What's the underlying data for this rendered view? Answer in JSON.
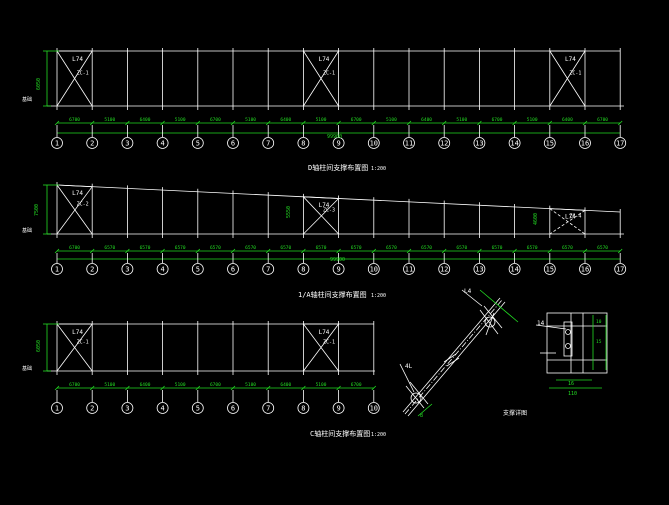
{
  "colors": {
    "background": "#000000",
    "line": "#ffffff",
    "dim": "#22dd22"
  },
  "elev1": {
    "title": "D轴柱间支撑布置图",
    "scale": "1:200",
    "height_label": "6050",
    "level_label": "基础",
    "brace_marks": [
      "ZC-1",
      "ZC-1",
      "ZC-1"
    ],
    "section_mark": "L74",
    "spans": [
      "6700",
      "5100",
      "6400",
      "5100",
      "6700",
      "5100",
      "6400",
      "5100",
      "6700",
      "5100",
      "6400",
      "5100",
      "6700",
      "5100",
      "6400",
      "6700"
    ],
    "total": "99900",
    "axes": [
      "1",
      "2",
      "3",
      "4",
      "5",
      "6",
      "7",
      "8",
      "9",
      "10",
      "11",
      "12",
      "13",
      "14",
      "15",
      "16",
      "17"
    ]
  },
  "elev2": {
    "title": "1/A轴柱间支撑布置图",
    "scale": "1:200",
    "height_label": "7500",
    "height_label2": "5550",
    "height_label3": "4600",
    "level_label": "基础",
    "brace_marks": [
      "ZC-2",
      "ZC-3",
      "ZC-4"
    ],
    "section_mark": "L74",
    "spans": [
      "6700",
      "6570",
      "6570",
      "6570",
      "6570",
      "6570",
      "6570",
      "6570",
      "6570",
      "6570",
      "6570",
      "6570",
      "6570",
      "6570",
      "6570",
      "6570"
    ],
    "total": "99900",
    "axes": [
      "1",
      "2",
      "3",
      "4",
      "5",
      "6",
      "7",
      "8",
      "9",
      "10",
      "11",
      "12",
      "13",
      "14",
      "15",
      "16",
      "17"
    ]
  },
  "elev3": {
    "title": "C轴柱间支撑布置图",
    "scale": "1:200",
    "height_label": "6050",
    "level_label": "基础",
    "brace_marks": [
      "ZC-1",
      "ZC-1"
    ],
    "section_mark": "L74",
    "spans": [
      "6700",
      "5100",
      "6400",
      "5100",
      "6700",
      "5100",
      "6400",
      "5100",
      "6700"
    ],
    "axes": [
      "1",
      "2",
      "3",
      "4",
      "5",
      "6",
      "7",
      "8",
      "9",
      "10"
    ]
  },
  "detail": {
    "title": "支撑详图",
    "labels": [
      "L4",
      "4L",
      "8",
      "14",
      "16",
      "110",
      "10",
      "15"
    ]
  }
}
